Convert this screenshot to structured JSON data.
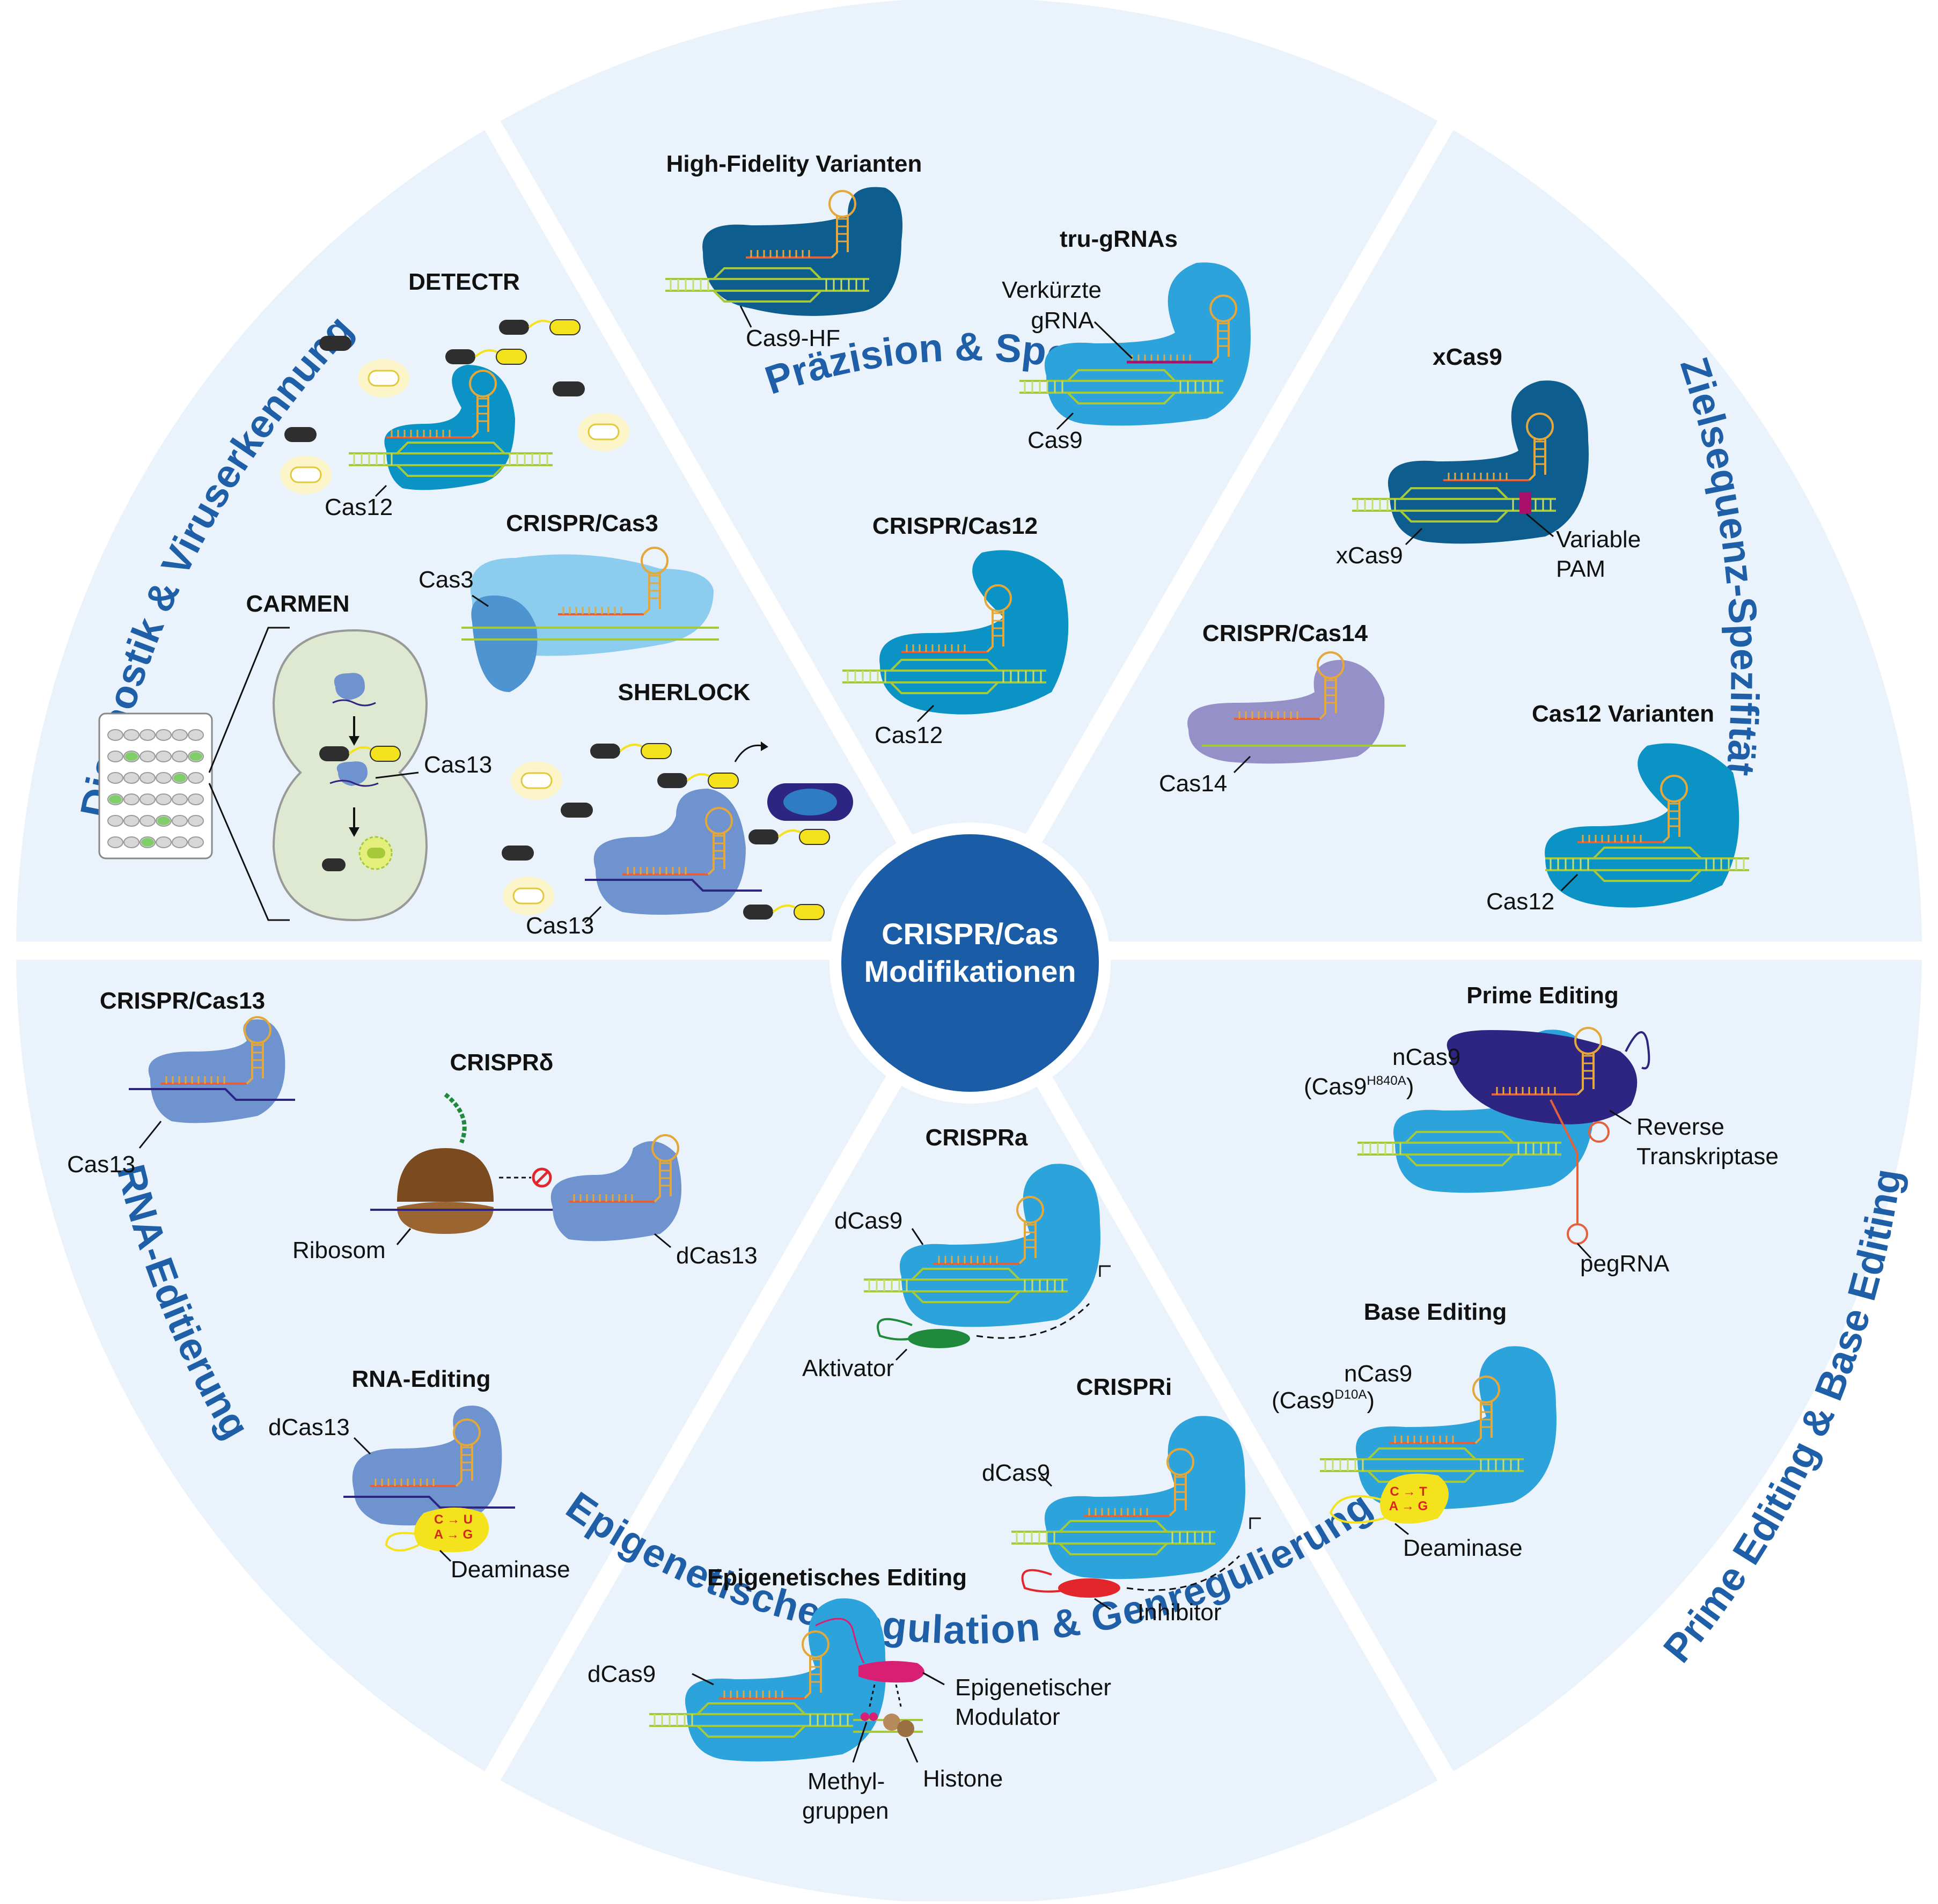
{
  "center": {
    "line1": "CRISPR/Cas",
    "line2": "Modifikationen"
  },
  "sectors": {
    "praezision": "Präzision & Spezifität",
    "zielsequenz": "Zielsequenz-Spezifität",
    "prime_base": "Prime Editing & Base Editing",
    "epigenetik": "Epigenetische Regulation & Genregulierung",
    "rna": "RNA-Editierung",
    "diagnostik": "Diagnostik & Viruserkennung"
  },
  "headers": {
    "high_fidelity": "High-Fidelity Varianten",
    "tru_grnas": "tru-gRNAs",
    "cas12_top": "CRISPR/Cas12",
    "xcas9": "xCas9",
    "cas14": "CRISPR/Cas14",
    "cas12_variants": "Cas12 Varianten",
    "prime_editing": "Prime Editing",
    "base_editing": "Base Editing",
    "crispra": "CRISPRa",
    "crispri": "CRISPRi",
    "epigenetic_editing": "Epigenetisches Editing",
    "cas13_rna": "CRISPR/Cas13",
    "crisprdelta": "CRISPRδ",
    "rna_editing": "RNA-Editing",
    "detectr": "DETECTR",
    "cas3": "CRISPR/Cas3",
    "carmen": "CARMEN",
    "sherlock": "SHERLOCK"
  },
  "labels": {
    "cas9_hf": "Cas9-HF",
    "verkuerzte": "Verkürzte",
    "grna": "gRNA",
    "cas9": "Cas9",
    "cas12": "Cas12",
    "xcas9": "xCas9",
    "variable": "Variable",
    "pam": "PAM",
    "cas14": "Cas14",
    "ncas9": "nCas9",
    "cas9_open": "(Cas9",
    "h840a": "H840A",
    "d10a": "D10A",
    "close_paren": ")",
    "reverse": "Reverse",
    "transkriptase": "Transkriptase",
    "pegrna": "pegRNA",
    "deaminase": "Deaminase",
    "dcas9": "dCas9",
    "aktivator": "Aktivator",
    "inhibitor": "Inhibitor",
    "epigenetischer": "Epigenetischer",
    "modulator": "Modulator",
    "methyl": "Methyl-",
    "gruppen": "gruppen",
    "histone": "Histone",
    "cas13": "Cas13",
    "ribosom": "Ribosom",
    "dcas13": "dCas13",
    "cas3": "Cas3",
    "c_to_t": "C → T",
    "a_to_g": "A → G",
    "c_to_u": "C → U"
  },
  "colors": {
    "background": "#eaf3fb",
    "center_fill": "#1a5ca5",
    "section_title": "#1f5fa8",
    "cas_light_blue": "#2da3dc",
    "cas_dark_blue": "#0d5e8f",
    "cas13_periwinkle": "#6f93cf",
    "cas14_lavender": "#9591c8",
    "reverse_transcriptase": "#2e2582",
    "dna_green": "#a6c93a",
    "grna_orange": "#e3a73a",
    "activator_green": "#1f8a3b",
    "inhibitor_red": "#e3262c",
    "deaminase_yellow": "#f4e21d",
    "modulator_magenta": "#d81f73",
    "ribosome_brown": "#7b4a1f"
  }
}
